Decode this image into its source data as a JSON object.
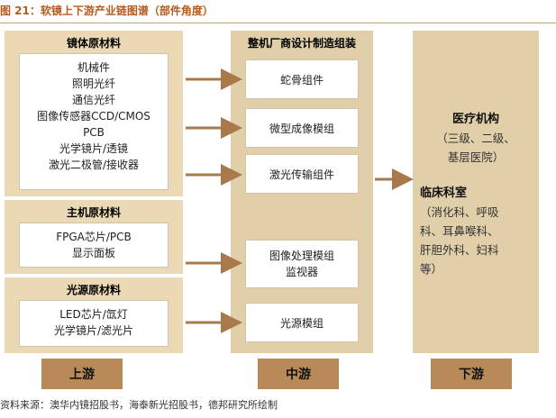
{
  "title": "图 21：软镜上下游产业链图谱（部件角度）",
  "upstream": {
    "groups": [
      {
        "header": "镜体原材料",
        "items": [
          "机械件",
          "照明光纤",
          "通信光纤",
          "图像传感器CCD/CMOS",
          "PCB",
          "光学镜片/透镜",
          "激光二极管/接收器"
        ]
      },
      {
        "header": "主机原材料",
        "items": [
          "FPGA芯片/PCB",
          "显示面板"
        ]
      },
      {
        "header": "光源原材料",
        "items": [
          "LED芯片/氙灯",
          "光学镜片/滤光片"
        ]
      }
    ],
    "label": "上游"
  },
  "midstream": {
    "header": "整机厂商设计制造组装",
    "items": [
      "蛇骨组件",
      "微型成像模组",
      "激光传输组件",
      "图像处理模组\n监视器",
      "光源模组"
    ],
    "label": "中游"
  },
  "downstream": {
    "sections": [
      {
        "heading": "医疗机构",
        "lines": [
          "（三级、二级、",
          "基层医院）"
        ]
      },
      {
        "heading": "临床科室",
        "lines": [
          "（消化科、呼吸",
          "科、耳鼻喉科、",
          "肝胆外科、妇科",
          "等）"
        ]
      }
    ],
    "label": "下游"
  },
  "source": "资料来源：澳华内镜招股书，海泰新光招股书，德邦研究所绘制",
  "colors": {
    "title": "#b55a1c",
    "arrow": "#a9794b",
    "label_bg": "#b88a58"
  }
}
